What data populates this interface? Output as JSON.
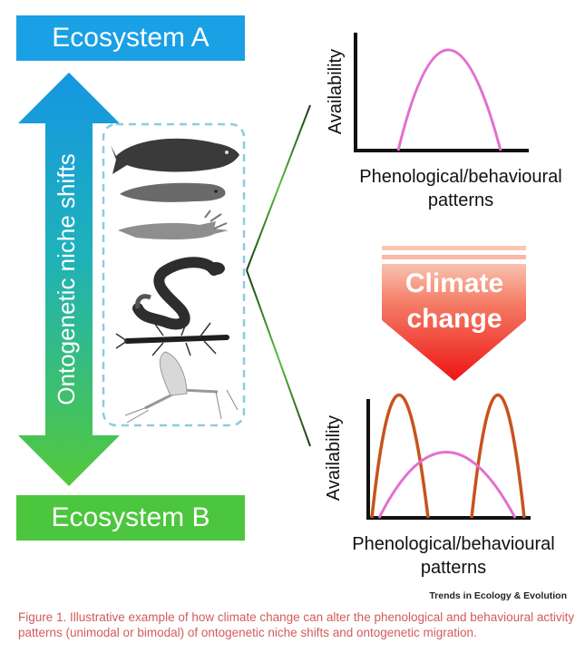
{
  "ecosystem_a": "Ecosystem A",
  "ecosystem_b": "Ecosystem B",
  "arrow_label": "Ontogenetic niche shifts",
  "climate_change": [
    "Climate",
    "change"
  ],
  "plot_top": {
    "ylabel": "Availability",
    "xlabel_line1": "Phenological/behavioural",
    "xlabel_line2": "patterns"
  },
  "plot_bottom": {
    "ylabel": "Availability",
    "xlabel_line1": "Phenological/behavioural",
    "xlabel_line2": "patterns"
  },
  "journal": "Trends in Ecology & Evolution",
  "caption": "Figure 1. Illustrative example of how climate change can alter the phenological and behavioural activity patterns (unimodal or bimodal) of ontogenetic niche shifts and ontogenetic migration.",
  "colors": {
    "ecosystem_a": "#1aa0e4",
    "ecosystem_b": "#4cc63e",
    "unimodal_curve": "#e26fd0",
    "bimodal_curve": "#c8531c",
    "climate_arrow_top": "#f8b8a8",
    "climate_arrow_bottom": "#ee1c1c",
    "caption": "#d25b5b"
  },
  "organisms": [
    "trout-fish",
    "tadpole-larva",
    "gilled-larva",
    "salamander",
    "aquatic-nymph",
    "mayfly"
  ]
}
